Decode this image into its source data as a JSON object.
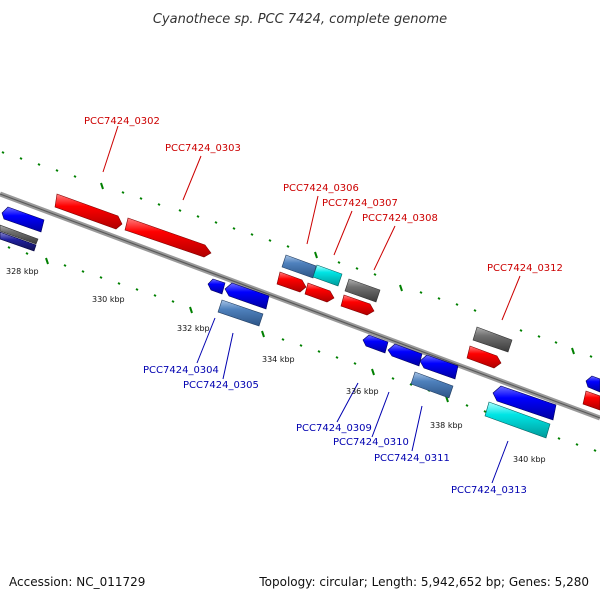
{
  "title": "Cyanothece sp. PCC 7424, complete genome",
  "footer": {
    "accession": "Accession: NC_011729",
    "topology": "Topology: circular; Length: 5,942,652 bp; Genes: 5,280"
  },
  "colors": {
    "forward": "#ff0000",
    "reverse": "#0000ff",
    "steelblue": "#4f81bd",
    "cyan": "#00e5e5",
    "gray": "#707070",
    "forward_label": "#cc0000",
    "reverse_label": "#0000b0",
    "tick": "#008000"
  },
  "kbp_labels": [
    "328 kbp",
    "330 kbp",
    "332 kbp",
    "334 kbp",
    "336 kbp",
    "338 kbp",
    "340 kbp"
  ],
  "gene_labels_forward": [
    "PCC7424_0302",
    "PCC7424_0303",
    "PCC7424_0306",
    "PCC7424_0307",
    "PCC7424_0308",
    "PCC7424_0312"
  ],
  "gene_labels_reverse": [
    "PCC7424_0304",
    "PCC7424_0305",
    "PCC7424_0309",
    "PCC7424_0310",
    "PCC7424_0311",
    "PCC7424_0313"
  ]
}
